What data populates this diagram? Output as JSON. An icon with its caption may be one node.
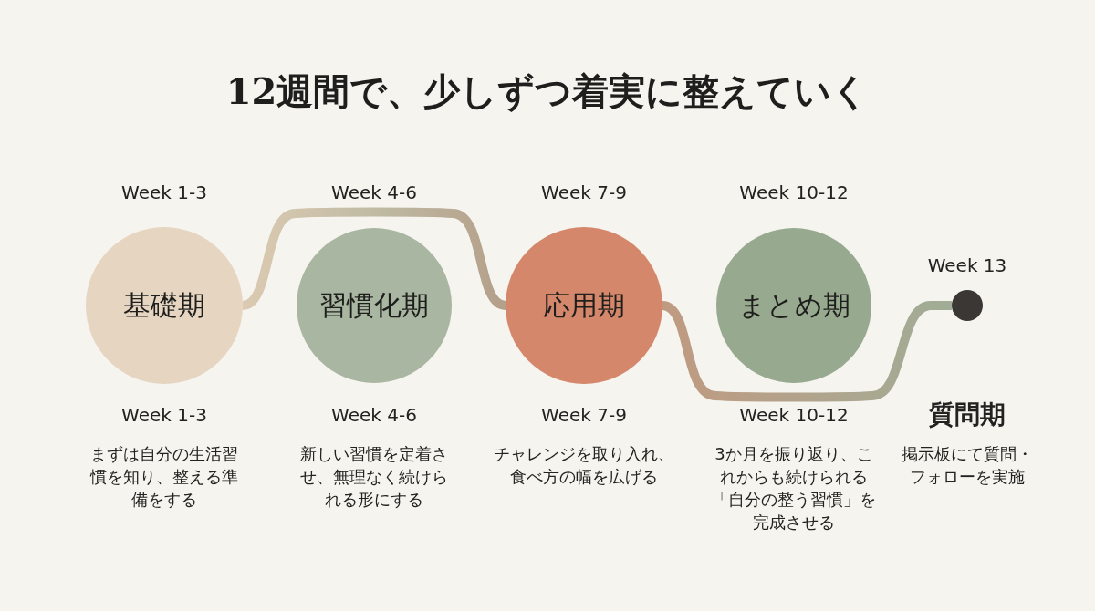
{
  "diagram": {
    "title": "12週間で、少しずつ着実に整えていく",
    "nodes": [
      {
        "text": [
          "基礎期"
        ],
        "beside": [
          "Week 1-3",
          "Week 1-3",
          "まずは自分の生活習慣を知り、整える準備をする"
        ]
      },
      {
        "text": [
          "習慣化期"
        ],
        "beside": [
          "Week 4-6",
          "Week 4-6",
          "新しい習慣を定着させ、無理なく続けられる形にする"
        ]
      },
      {
        "text": [
          "応用期"
        ],
        "beside": [
          "Week 7-9",
          "Week 7-9",
          "チャレンジを取り入れ、食べ方の幅を広げる"
        ]
      },
      {
        "text": [
          "まとめ期"
        ],
        "beside": [
          "Week 10-12",
          "Week 10-12",
          "3か月を振り返り、これからも続けられる「自分の整う習慣」を完成させる"
        ]
      },
      {
        "text": [],
        "shape": "circle",
        "beside": [
          "Week 13",
          "質問期",
          "掲示板にて質問・フォローを実施"
        ]
      }
    ],
    "edges": [
      {
        "from": 0,
        "to": 2,
        "arrow": "none"
      },
      {
        "from": 2,
        "to": 4,
        "arrow": "none"
      }
    ]
  }
}
